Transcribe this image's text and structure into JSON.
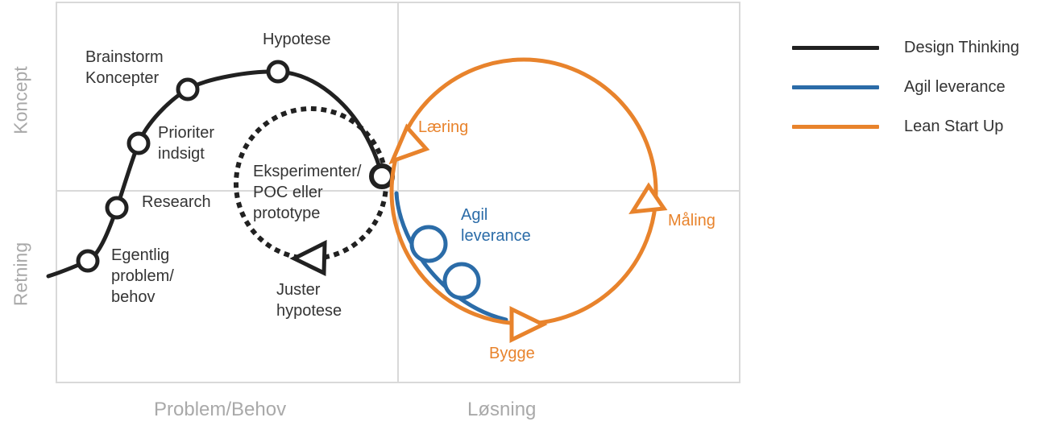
{
  "colors": {
    "design_thinking": "#212121",
    "agile": "#2B6CA8",
    "lean": "#E8832C",
    "grid": "#D9D9D9",
    "axis_text": "#A9A9A9",
    "label_text": "#343434"
  },
  "axes": {
    "y_top": "Koncept",
    "y_bottom": "Retning",
    "x_left": "Problem/Behov",
    "x_right": "Løsning"
  },
  "design_thinking_labels": {
    "egentlig": "Egentlig\nproblem/\nbehov",
    "research": "Research",
    "prioriter": "Prioriter\nindsigt",
    "brainstorm": "Brainstorm\nKoncepter",
    "hypotese": "Hypotese"
  },
  "experiment_loop": {
    "eksperimenter": "Eksperimenter/\nPOC eller\nprototype",
    "juster": "Juster\nhypotese"
  },
  "lean_loop": {
    "laering": "Læring",
    "maaling": "Måling",
    "bygge": "Bygge"
  },
  "agile": {
    "label": "Agil\nleverance"
  },
  "legend": {
    "items": [
      {
        "label": "Design Thinking",
        "color": "#212121"
      },
      {
        "label": "Agil leverance",
        "color": "#2B6CA8"
      },
      {
        "label": "Lean Start Up",
        "color": "#E8832C"
      }
    ]
  }
}
